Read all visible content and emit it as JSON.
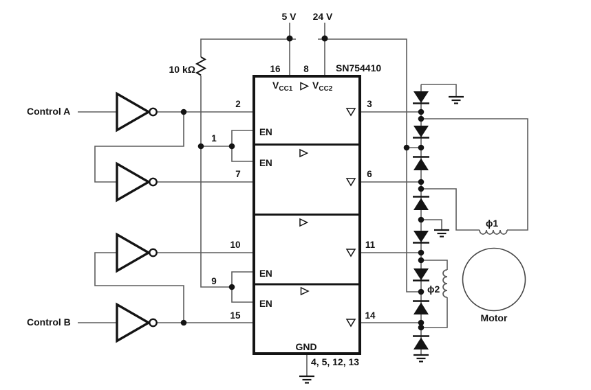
{
  "labels": {
    "control_a": "Control A",
    "control_b": "Control B",
    "resistor": "10 kΩ",
    "supply_5v": "5 V",
    "supply_24v": "24 V",
    "ic_name": "SN754410",
    "vcc1_main": "V",
    "vcc1_sub": "CC1",
    "vcc2_main": "V",
    "vcc2_sub": "CC2",
    "en": "EN",
    "gnd": "GND",
    "gnd_pins": "4, 5, 12, 13",
    "phase1": "ϕ1",
    "phase2": "ϕ2",
    "motor": "Motor",
    "pin16": "16",
    "pin8": "8",
    "pin2": "2",
    "pin1": "1",
    "pin7": "7",
    "pin10": "10",
    "pin9": "9",
    "pin15": "15",
    "pin3": "3",
    "pin6": "6",
    "pin11": "11",
    "pin14": "14"
  },
  "colors": {
    "wire": "#5b5b5b",
    "ink": "#141414",
    "background": "#ffffff"
  }
}
